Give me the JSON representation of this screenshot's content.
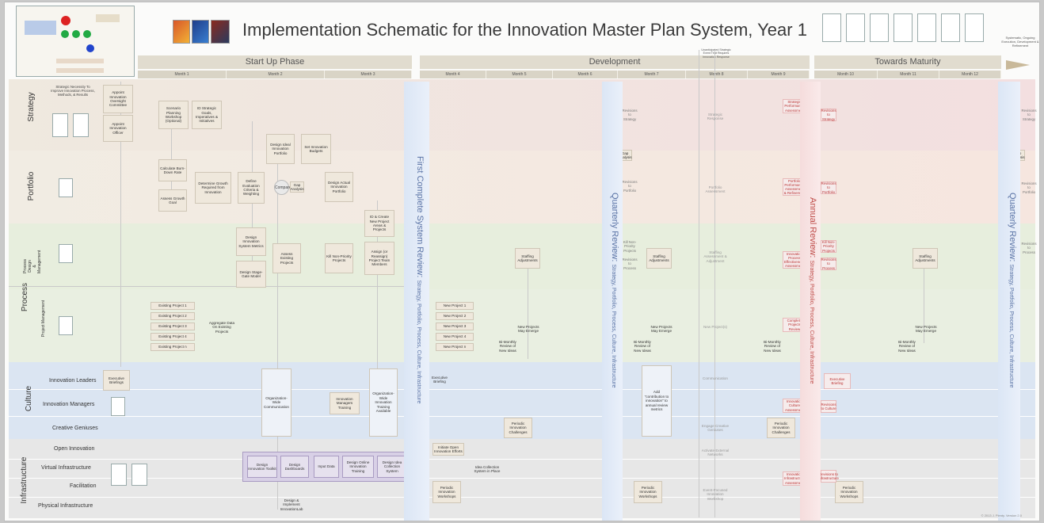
{
  "title": "Implementation Schematic for the Innovation Master Plan System, Year 1",
  "phases": [
    "Start Up Phase",
    "Development",
    "Towards Maturity"
  ],
  "phase_end_note": "Systematic, Ongoing Execution, Development & Refinement",
  "months": [
    "Month 1",
    "Month 2",
    "Month 3",
    "Month 4",
    "Month 5",
    "Month 6",
    "Month 7",
    "Month 8",
    "Month 9",
    "Month 10",
    "Month 11",
    "Month 12"
  ],
  "month8_note": "Unanticipated Strategic Event That Requires Innovation Response",
  "groups": {
    "strategy": "Strategy",
    "portfolio": "Portfolio",
    "process": "Process",
    "culture": "Culture",
    "infrastructure": "Infrastructure"
  },
  "sublanes": {
    "process_design": "Process Design & Management",
    "project_management": "Project Management",
    "innovation_leaders": "Innovation Leaders",
    "innovation_managers": "Innovation Managers",
    "creative_geniuses": "Creative Geniuses",
    "open_innovation": "Open Innovation",
    "virtual_infrastructure": "Virtual Infrastructure",
    "facilitation": "Facilitation",
    "physical_infrastructure": "Physical Infrastructure"
  },
  "reviews": {
    "first": {
      "main": "First Complete System Review:",
      "sub": "Strategy, Portfolio, Process, Culture, Infrastructure"
    },
    "quarterly": {
      "main": "Quarterly Review:",
      "sub": "Strategy, Portfolio, Process, Culture, Infrastructure"
    },
    "annual": {
      "main": "Annual Review:",
      "sub": "Strategy, Portfolio, Process, Culture, Infrastructure"
    },
    "quarterly2": {
      "main": "Quarterly Review:",
      "sub": "Strategy, Portfolio, Process, Culture, Infrastructure"
    }
  },
  "compare": "Compare",
  "boxes": {
    "strategic_necessity": "Strategic Necessity To Improve Innovation Process, Methods, & Results",
    "appoint_committee": "Appoint Innovation Oversight Committee",
    "appoint_officer": "Appoint Innovation Officer",
    "scenario_workshop": "Scenario Planning Workshop (Optional)",
    "id_goals": "ID Strategic Goals, Imperatives & Initiatives",
    "design_ideal": "Design Ideal Innovation Portfolio",
    "set_budgets": "Set Innovation Budgets",
    "burn_down": "Calculate Burn-Down Rate",
    "assess_growth": "Assess Growth Goal",
    "determine_growth": "Determine Growth Required from Innovation",
    "define_criteria": "Define Evaluation Criteria & Weighting",
    "design_actual": "Design Actual Innovation Portfolio",
    "id_create": "ID & Create New Project Areas & Projects",
    "design_metrics": "Design Innovation System Metrics",
    "design_stage_gate": "Design Stage-Gate Model",
    "assess_existing": "Assess Existing Projects",
    "kill_projects": "Kill Non-Priority Projects",
    "assign_teams": "Assign (or Reassign) Project Team Members",
    "aggregate": "Aggregate Data On Existing Projects",
    "staffing_adjust": "Staffing Adjustments",
    "new_projects_emerge": "New Projects May Emerge",
    "bimonthly_review": "Bi-Monthly Review of New Ideas",
    "exec_briefings": "Executive Briefings",
    "exec_briefing": "Executive Briefing",
    "org_comm": "Organization-Wide Communication",
    "managers_training": "Innovation Managers Training",
    "org_training": "Organization-Wide Innovation Training Available",
    "periodic_challenges": "Periodic Innovation Challenges",
    "add_contribution": "Add \"contribution to innovation\" to annual review metrics",
    "open_efforts": "Initiate Open Innovation Efforts",
    "idea_collection": "Idea Collection System in Place",
    "periodic_workshops": "Periodic Innovation Workshops",
    "design_lab": "Design & Implement InnovationLab",
    "gap_analysis": "Gap Analysis",
    "strategic_response": "Strategic Response",
    "portfolio_assessment": "Portfolio Assessment",
    "staffing_assessment": "Staffing Assessment & Adjustment",
    "new_projects": "New Project(s)",
    "communication": "Communication",
    "engage_creative": "Engage Creative Geniuses",
    "activate_external": "Activate External Networks",
    "event_focused": "Event-Focused Innovation Workshop",
    "revisions_strategy": "Revisions to Strategy",
    "revisions_portfolio": "Revisions to Portfolio",
    "revisions_process": "Revisions to Process",
    "kill_nonpriority": "Kill Non-Priority Projects",
    "strategic_assessment": "Strategic Performance Assessment",
    "portfolio_perf": "Portfolio Performance Assessment & Refinement",
    "process_assess": "Innovation Process Effectiveness Assessment",
    "complete_projects": "Complete Projects Review",
    "culture_assess": "Innovation Culture Assessment",
    "infra_assess": "Innovation Infrastructure Assessment",
    "revisions_culture": "Revisions to Culture",
    "revisions_infra": "Revisions to Infrastructure"
  },
  "existing_projects": [
    "Existing Project 1",
    "Existing Project 2",
    "Existing Project 3",
    "Existing Project 4",
    "Existing Project n"
  ],
  "new_projects_list": [
    "New Project 1",
    "New Project 2",
    "New Project 3",
    "New Project 4",
    "New Project n"
  ],
  "toolkit": [
    "Design Innovation Toolkit",
    "Design Dashboards",
    "Input Data",
    "Design Online Innovation Training",
    "Design Idea Collection System"
  ],
  "credit": "© 2013 J. Plenty. Version 2.0",
  "colors": {
    "strategy": "#f5e0e0",
    "portfolio": "#f6e7dc",
    "process": "#e5eedb",
    "culture": "#d7e2f1",
    "infrastructure": "#e6e6e6",
    "review_blue": "#5b74a6",
    "review_red": "#c0504d",
    "toolkit_purple": "#a99bc2"
  }
}
